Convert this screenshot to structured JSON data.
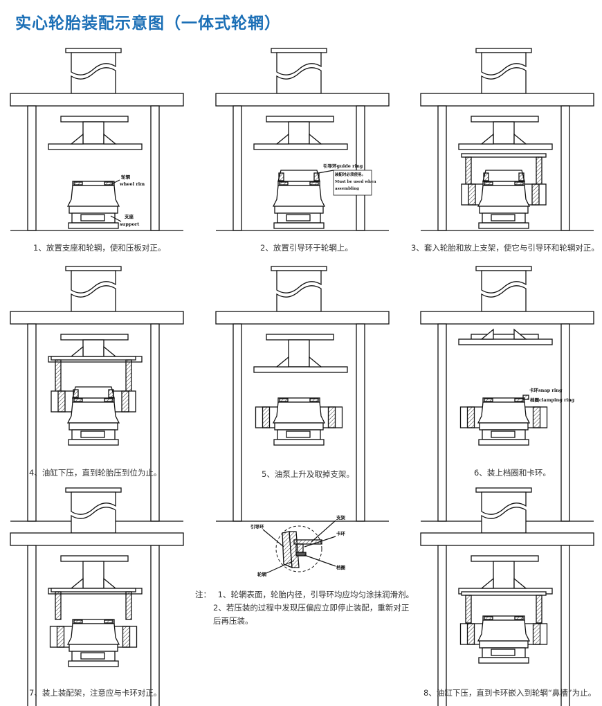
{
  "title": "实心轮胎装配示意图（一体式轮辋）",
  "steps": [
    {
      "caption": "1、放置支座和轮辋，使和压板对正。",
      "labels": [
        "轮辋",
        "wheel rim",
        "支座",
        "support"
      ]
    },
    {
      "caption": "2、放置引导环于轮辋上。",
      "labels": [
        "引导环guide ring",
        "装配时必须使用。",
        "Must be used when",
        "assembling"
      ]
    },
    {
      "caption": "3、套入轮胎和放上支架，使它与引导环和轮辋对正。",
      "labels": []
    },
    {
      "caption": "4、油缸下压，直到轮胎压到位为止。",
      "labels": []
    },
    {
      "caption": "5、油泵上升及取掉支架。",
      "labels": []
    },
    {
      "caption": "6、装上档圈和卡环。",
      "labels": [
        "卡环snap ring",
        "档圈clamping ring"
      ]
    },
    {
      "caption": "7、装上装配架，注意应与卡环对正。",
      "labels": []
    },
    {
      "caption": "8、油缸下压，直到卡环嵌入到轮辋“鼻槽”为止。",
      "labels": []
    }
  ],
  "detail": {
    "labels": {
      "guide_ring": "引导环",
      "bracket": "支架",
      "snap_ring": "卡环",
      "rim": "轮辋",
      "clamp_ring": "档圈"
    }
  },
  "notes": {
    "prefix": "注：",
    "items": [
      "1、轮辋表面，轮胎内径，引导环均应均匀涂抹润滑剂。",
      "2、若压装的过程中发现压偏应立即停止装配，重新对正",
      "后再压装。"
    ]
  }
}
